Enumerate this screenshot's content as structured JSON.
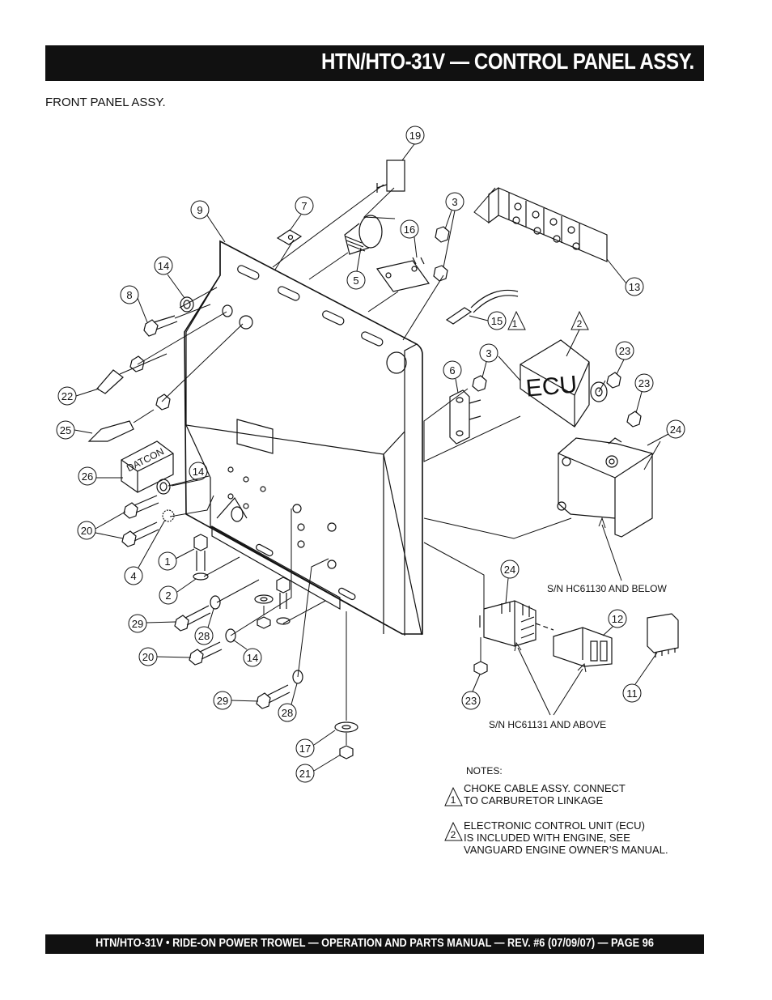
{
  "title": "HTN/HTO-31V — CONTROL PANEL  ASSY.",
  "subtitle": "FRONT PANEL ASSY.",
  "footer": "HTN/HTO-31V • RIDE-ON POWER TROWEL — OPERATION AND PARTS MANUAL — REV. #6 (07/09/07) — PAGE 96",
  "callouts": {
    "c19": "19",
    "c9": "9",
    "c7": "7",
    "c3a": "3",
    "c16": "16",
    "c5": "5",
    "c13": "13",
    "c14a": "14",
    "c8": "8",
    "c15": "15",
    "c2flag": "2",
    "c1flag": "1",
    "c22": "22",
    "c25": "25",
    "c6": "6",
    "c3b": "3",
    "c23a": "23",
    "c23b": "23",
    "c24a": "24",
    "c26": "26",
    "c14b": "14",
    "c20a": "20",
    "c4": "4",
    "c1": "1",
    "c2": "2",
    "c29a": "29",
    "c28a": "28",
    "c20b": "20",
    "c14c": "14",
    "c29b": "29",
    "c28b": "28",
    "c17": "17",
    "c21": "21",
    "c24b": "24",
    "c12": "12",
    "c11": "11",
    "c23c": "23"
  },
  "labels": {
    "ecu": "ECU",
    "sn_below": "S/N HC61130 AND BELOW",
    "sn_above": "S/N HC61131 AND ABOVE",
    "hour_meter": "DATCON"
  },
  "notes": {
    "heading": "NOTES:",
    "note1_flag": "1",
    "note1_line1": "CHOKE CABLE ASSY. CONNECT",
    "note1_line2": "TO CARBURETOR LINKAGE",
    "note2_flag": "2",
    "note2_line1": "ELECTRONIC CONTROL UNIT (ECU)",
    "note2_line2": "IS INCLUDED WITH ENGINE, SEE",
    "note2_line3": "VANGUARD ENGINE OWNER’S MANUAL."
  }
}
